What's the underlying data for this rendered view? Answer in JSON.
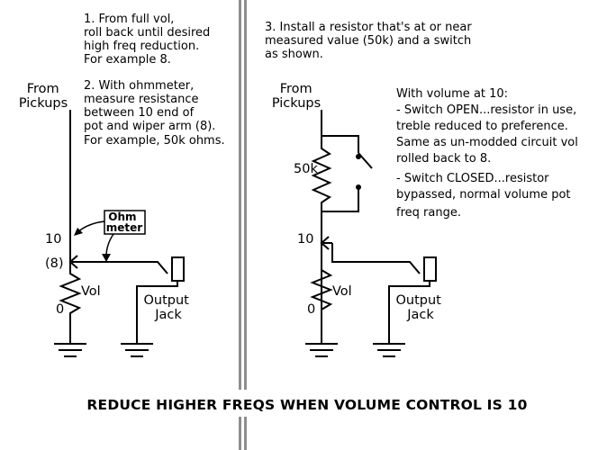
{
  "left_panel": {
    "step1": [
      "1.  From full vol,",
      "roll back until desired",
      "high freq reduction.",
      "For example 8."
    ],
    "step2": [
      "2.  With ohmmeter,",
      "measure resistance",
      "between 10 end of",
      "pot and wiper arm (8).",
      "For example, 50k ohms."
    ],
    "from_pickups": [
      "From",
      "Pickups"
    ],
    "pot_top": "10",
    "pot_wiper": "(8)",
    "pot_bottom": "0",
    "pot_name": "Vol",
    "ohm_meter": [
      "Ohm",
      "meter"
    ],
    "output_jack": [
      "Output",
      "Jack"
    ]
  },
  "right_panel": {
    "step3": [
      "3.  Install a resistor that's at or near",
      "measured value (50k) and a switch",
      "as shown."
    ],
    "from_pickups": [
      "From",
      "Pickups"
    ],
    "resistor_value": "50k",
    "pot_top": "10",
    "pot_bottom": "0",
    "pot_name": "Vol",
    "output_jack": [
      "Output",
      "Jack"
    ],
    "notes": [
      "With volume at 10:",
      "- Switch OPEN...resistor in use,",
      "treble reduced to preference.",
      "Same as un-modded circuit vol",
      "rolled back to 8.",
      "-  Switch CLOSED...resistor",
      "bypassed, normal volume pot",
      "freq range."
    ]
  },
  "title": "REDUCE HIGHER FREQS WHEN VOLUME CONTROL IS 10"
}
